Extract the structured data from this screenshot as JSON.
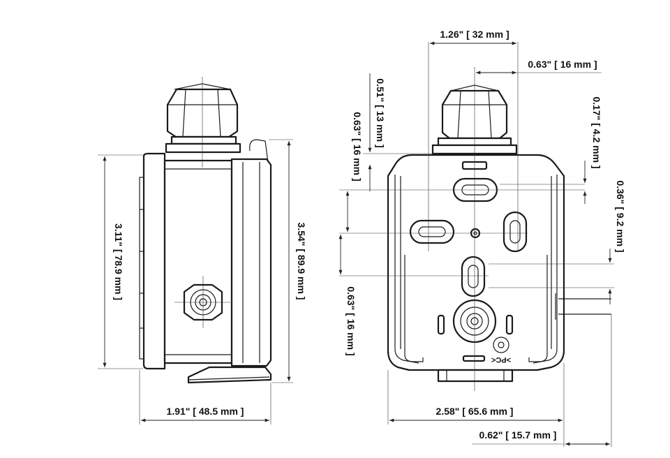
{
  "dimensions": {
    "side_height_enclosure": "3.11\" [ 78.9 mm ]",
    "side_height_total": "3.54\" [ 89.9 mm ]",
    "side_width": "1.91\" [ 48.5 mm ]",
    "front_top_spacing": "1.26\" [ 32 mm ]",
    "front_gland_offset": "0.63\" [ 16 mm ]",
    "front_offset_51": "0.51\" [ 13 mm ]",
    "front_offset_63_top": "0.63\" [ 16 mm ]",
    "front_offset_17": "0.17\" [ 4.2 mm ]",
    "front_offset_36": "0.36\" [ 9.2 mm ]",
    "front_offset_63_bottom": "0.63\" [ 16 mm ]",
    "front_width": "2.58\" [ 65.6 mm ]",
    "front_cable_offset": "0.62\" [ 15.7 mm ]"
  },
  "markings": {
    "front_label": ">PC<"
  }
}
